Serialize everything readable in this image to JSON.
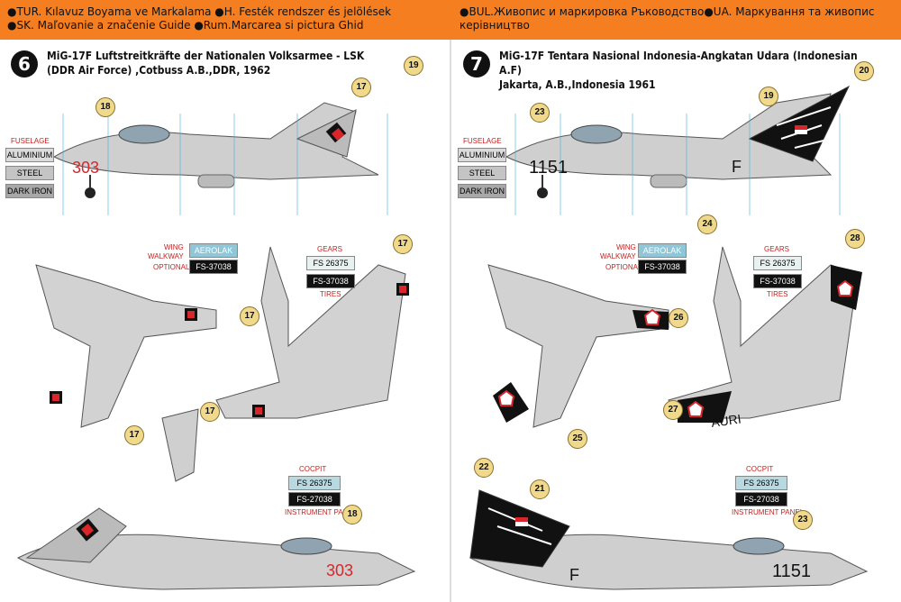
{
  "header": {
    "left_line1": "●TUR. Kılavuz Boyama ve Markalama ●H.    Festék rendszer és jelölések",
    "left_line2": "●SK.  Maľovanie a značenie Guide ●Rum.Marcarea si pictura Ghid",
    "right_line1": "●BUL.Живопис и маркировка Ръководство●UA. Маркування та живопис керівництво"
  },
  "left_panel": {
    "plate": "6",
    "title_line1": "MiG-17F Luftstreitkräfte der Nationalen Volksarmee - LSK",
    "title_line2": "(DDR Air Force) ,Cotbuss A.B.,DDR, 1962",
    "fuselage_label": "FUSELAGE",
    "paints": [
      "ALUMINIUM",
      "STEEL",
      "DARK IRON"
    ],
    "wing_walkway_label": "WING\nWALKWAY",
    "optional_label": "OPTIONAL",
    "walkway_codes": [
      "AEROLAK",
      "FS-37038"
    ],
    "gears_label": "GEARS",
    "gears_codes": [
      "FS 26375",
      "FS-37038"
    ],
    "tires_label": "TIRES",
    "cockpit_label": "COCPIT",
    "cockpit_codes": [
      "FS 26375",
      "FS-27038"
    ],
    "instrument_label": "INSTRUMENT PANEL",
    "serial": "303",
    "callouts": [
      "19",
      "18",
      "17",
      "17",
      "17",
      "17",
      "17",
      "18"
    ]
  },
  "right_panel": {
    "plate": "7",
    "title_line1": "MiG-17F Tentara Nasional Indonesia-Angkatan Udara (Indonesian A.F)",
    "title_line2": "Jakarta, A.B.,Indonesia 1961",
    "fuselage_label": "FUSELAGE",
    "paints": [
      "ALUMINIUM",
      "STEEL",
      "DARK IRON"
    ],
    "wing_walkway_label": "WING\nWALKWAY",
    "optional_label": "OPTIONAL",
    "walkway_codes": [
      "AEROLAK",
      "FS-37038"
    ],
    "gears_label": "GEARS",
    "gears_codes": [
      "FS 26375",
      "FS-37038"
    ],
    "tires_label": "TIRES",
    "cockpit_label": "COCPIT",
    "cockpit_codes": [
      "FS 26375",
      "FS-27038"
    ],
    "instrument_label": "INSTRUMENT PANEL",
    "serial": "1151",
    "tail_letter": "F",
    "wing_text": "AURI",
    "callouts": [
      "20",
      "23",
      "19",
      "24",
      "28",
      "26",
      "27",
      "25",
      "22",
      "21",
      "23"
    ]
  },
  "colors": {
    "orange": "#f57f20",
    "aluminium": "#dcdcdc",
    "red": "#d8262a",
    "black": "#111111"
  }
}
